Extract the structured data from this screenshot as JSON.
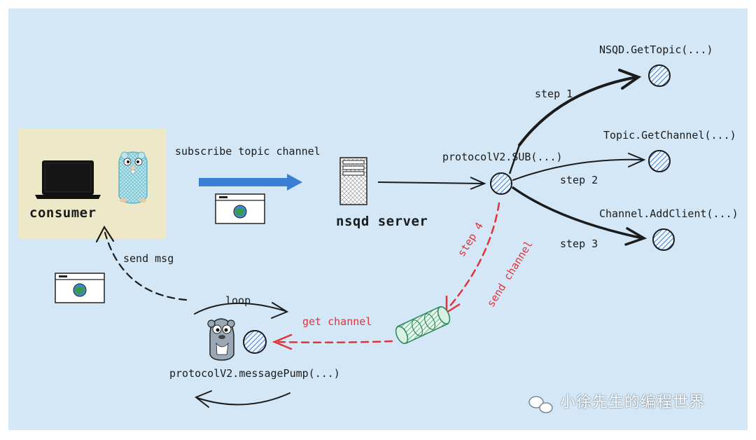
{
  "consumer": {
    "label": "consumer"
  },
  "server": {
    "label": "nsqd server"
  },
  "subscribe": {
    "label": "subscribe topic channel"
  },
  "sub_func": {
    "label": "protocolV2.SUB(...)"
  },
  "targets": [
    {
      "label": "NSQD.GetTopic(...)",
      "step": "step 1"
    },
    {
      "label": "Topic.GetChannel(...)",
      "step": "step 2"
    },
    {
      "label": "Channel.AddClient(...)",
      "step": "step 3"
    }
  ],
  "step4": {
    "label": "step 4",
    "sublabel": "send channel"
  },
  "get_channel": {
    "label": "get channel"
  },
  "send_msg": {
    "label": "send msg"
  },
  "loop": {
    "label": "loop"
  },
  "pump": {
    "label": "protocolV2.messagePump(...)"
  },
  "watermark": {
    "text": "小徐先生的编程世界"
  },
  "colors": {
    "background": "#d3e7f7",
    "consumer_box": "#ece8c8",
    "accent_blue": "#3b7fd4",
    "red_dashed": "#e0343a",
    "hatch_blue": "#5b9be0",
    "pipe_green": "#6cc09a"
  }
}
